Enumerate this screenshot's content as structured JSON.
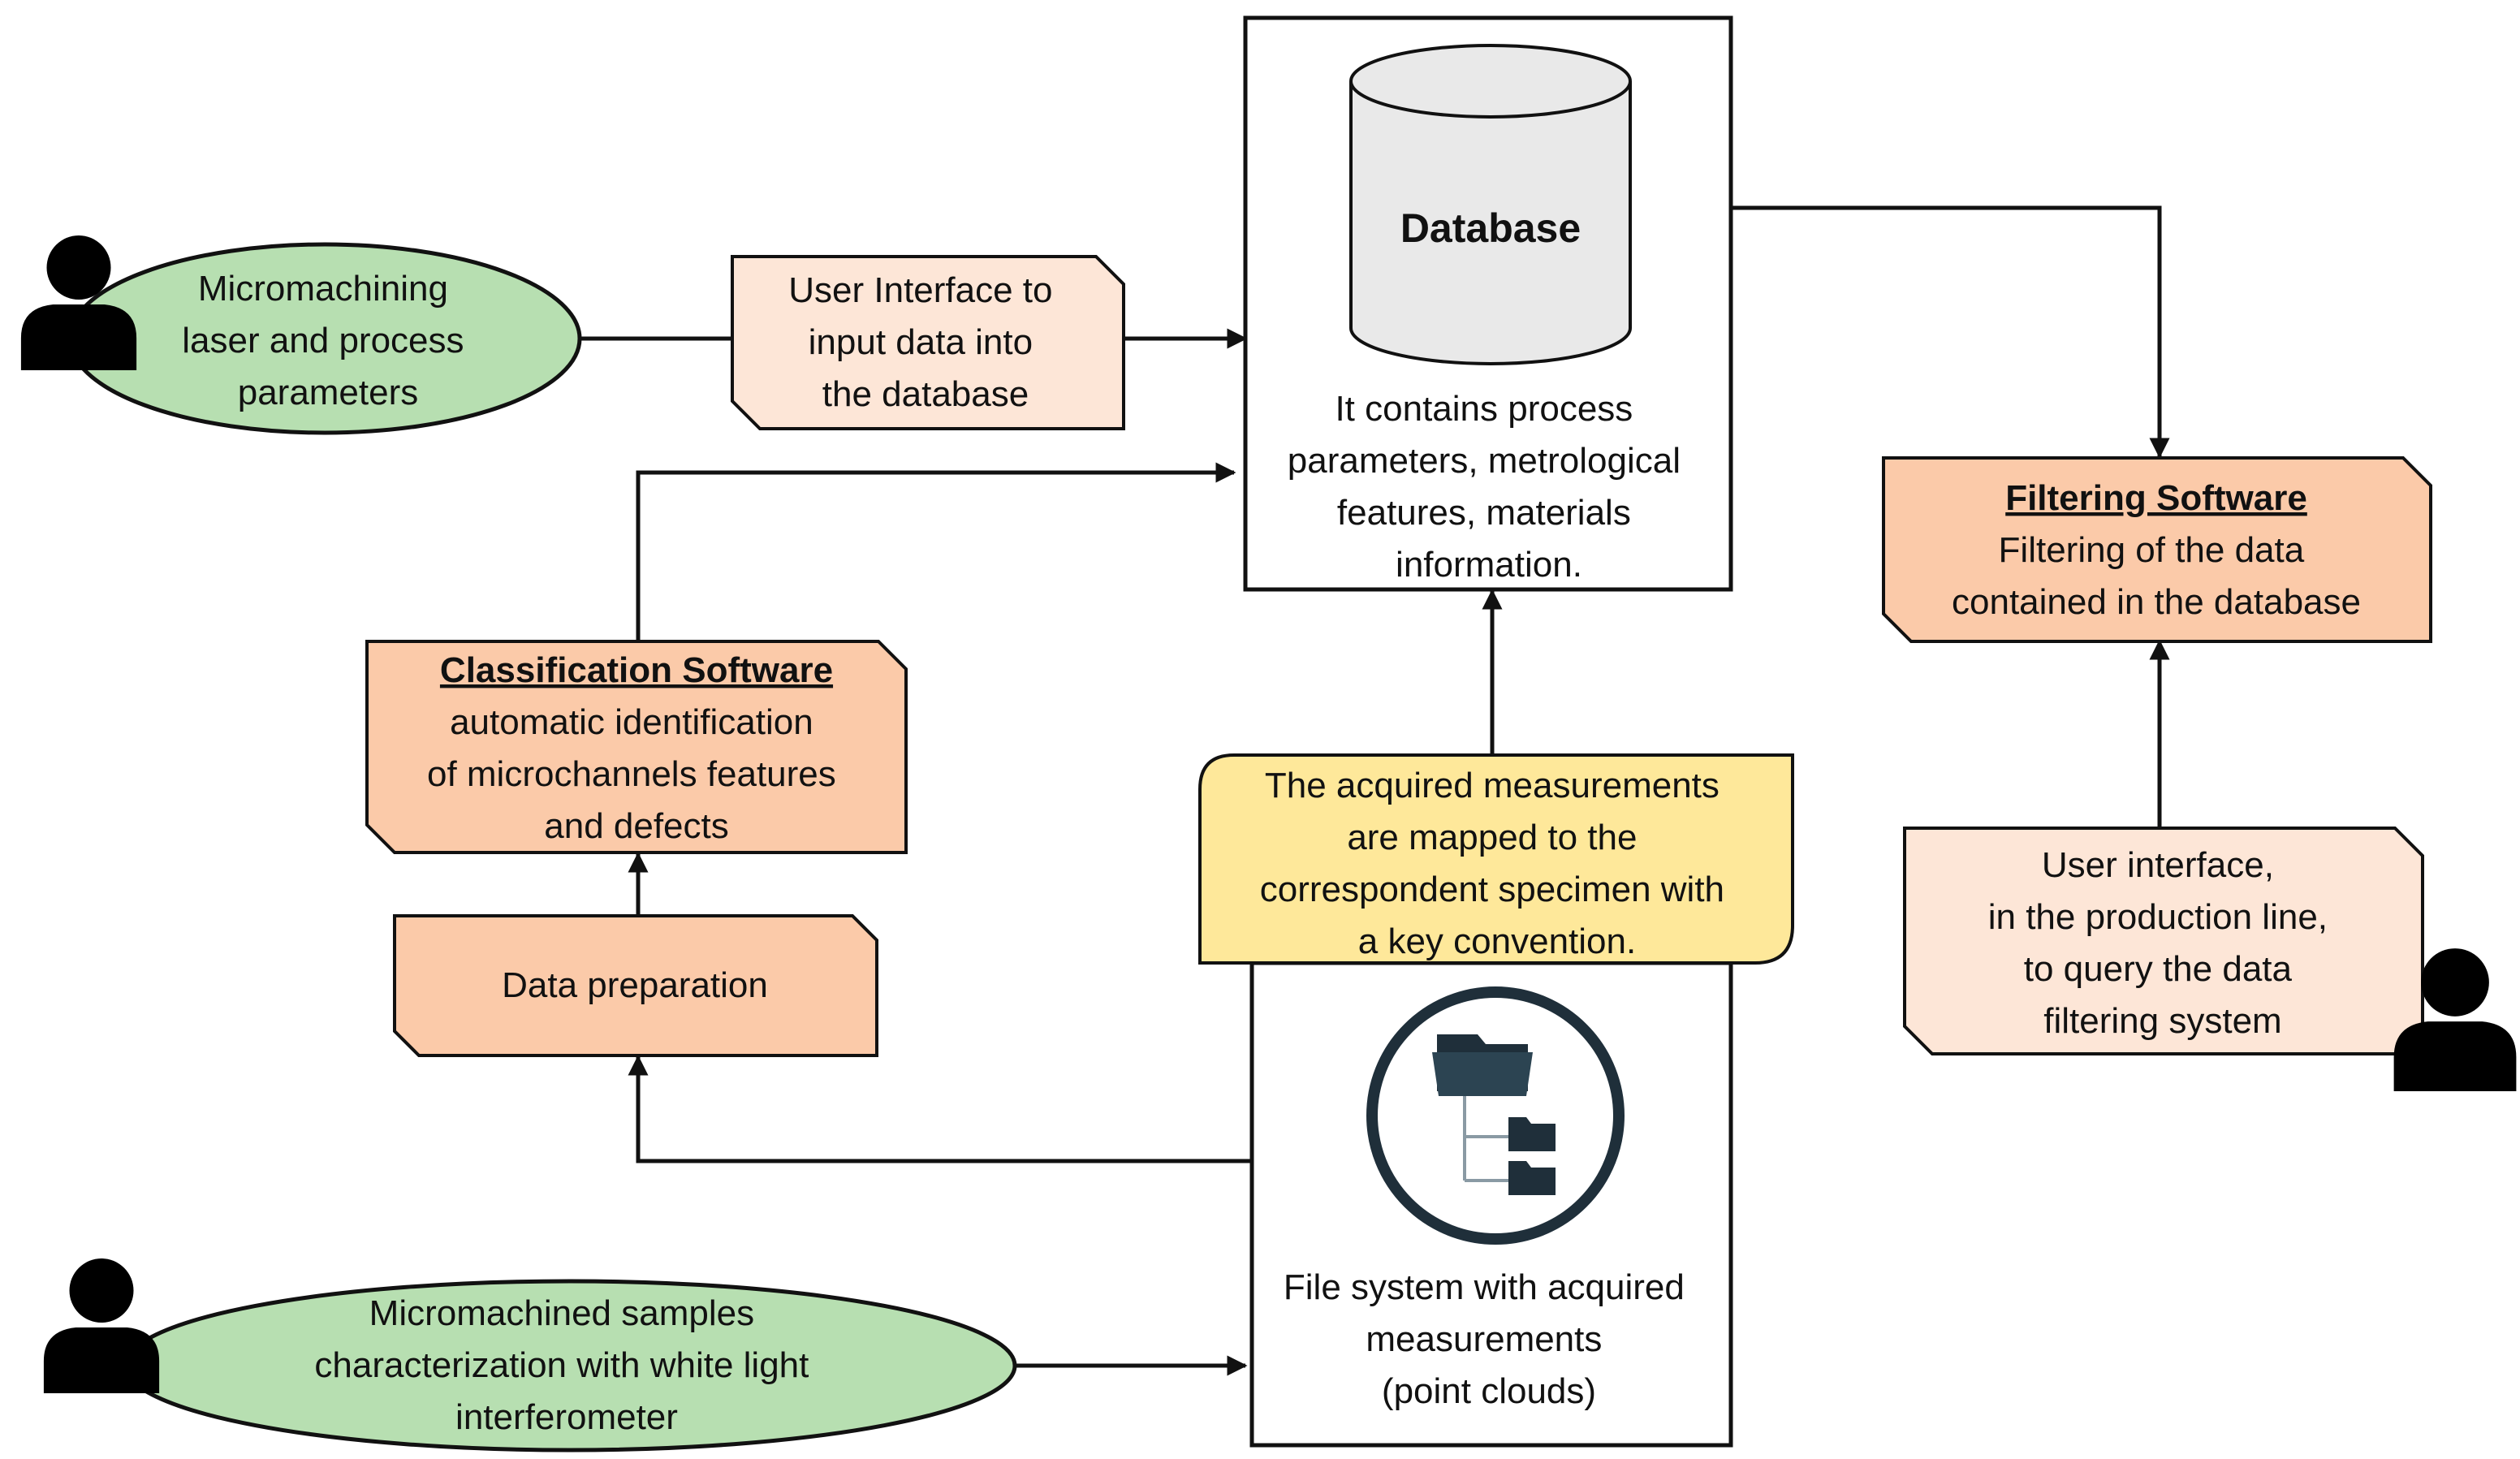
{
  "colors": {
    "green": "#b7dfb1",
    "salmon": "#fbcaa9",
    "peach": "#fde6d7",
    "yellow": "#fee89a",
    "cylinder": "#e9e9e9",
    "stroke": "#111111",
    "folder_ring": "#1f2f3a"
  },
  "actor1": {
    "icon": "person-icon",
    "label_lines": [
      "Micromachining",
      "laser and process",
      "parameters"
    ]
  },
  "ui_input": {
    "label_lines": [
      "User Interface to",
      "input data into",
      "the database"
    ]
  },
  "database": {
    "icon": "database-cylinder-icon",
    "title": "Database",
    "desc_lines": [
      "It contains process",
      "parameters,  metrological",
      "features, materials",
      "information."
    ]
  },
  "filtering": {
    "title": "Filtering Software",
    "desc_lines": [
      "Filtering of the data",
      "contained in the database"
    ]
  },
  "classification": {
    "title": "Classification Software",
    "desc_lines": [
      "automatic identification",
      "of microchannels features",
      "and defects"
    ]
  },
  "data_prep": {
    "label": "Data preparation"
  },
  "mapping_note": {
    "label_lines": [
      "The acquired measurements",
      "are mapped to the",
      "correspondent specimen with",
      "a key convention."
    ]
  },
  "file_system": {
    "icon": "folder-tree-icon",
    "label_lines": [
      "File system with acquired",
      "measurements",
      "(point clouds)"
    ]
  },
  "ui_query": {
    "icon": "person-icon",
    "label_lines": [
      "User interface,",
      "in the production line,",
      "to query the data",
      "filtering system"
    ]
  },
  "actor2": {
    "icon": "person-icon",
    "label_lines": [
      "Micromachined samples",
      "characterization  with white light",
      "interferometer"
    ]
  }
}
